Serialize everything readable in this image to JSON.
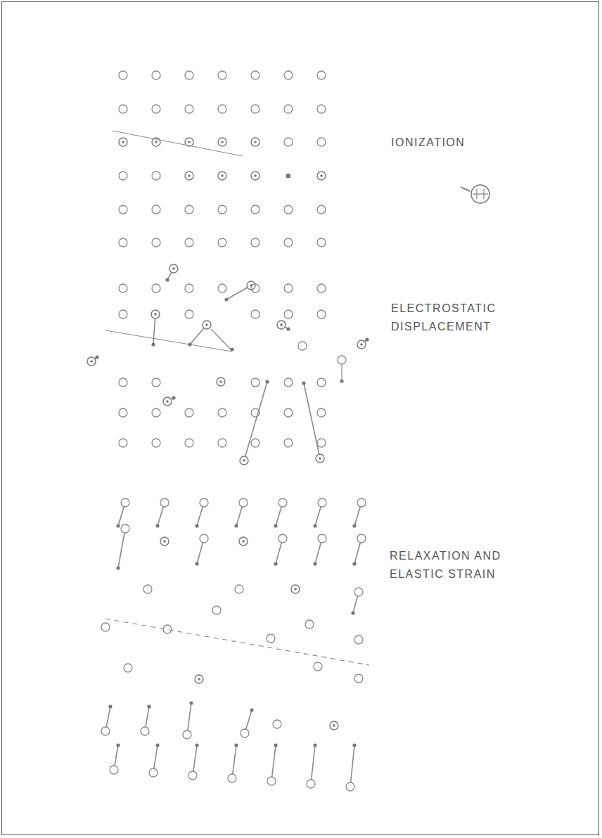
{
  "diagram": {
    "labels": [
      "IONIZATION",
      "ELECTROSTATIC DISPLACEMENT",
      "RELAXATION AND ELASTIC STRAIN"
    ]
  }
}
